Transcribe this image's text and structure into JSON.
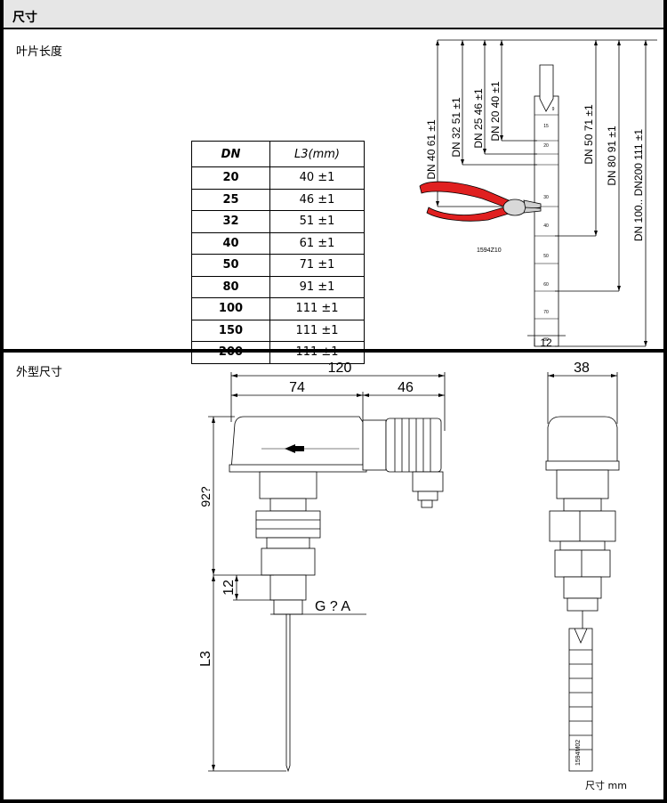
{
  "header": {
    "title": "尺寸"
  },
  "blade_section": {
    "label": "叶片长度",
    "table": {
      "col_dn": "DN",
      "col_l3": "L3(mm)",
      "rows": [
        {
          "dn": "20",
          "l3": "40 ±1"
        },
        {
          "dn": "25",
          "l3": "46 ±1"
        },
        {
          "dn": "32",
          "l3": "51 ±1"
        },
        {
          "dn": "40",
          "l3": "61 ±1"
        },
        {
          "dn": "50",
          "l3": "71 ±1"
        },
        {
          "dn": "80",
          "l3": "91 ±1"
        },
        {
          "dn": "100",
          "l3": "111 ±1"
        },
        {
          "dn": "150",
          "l3": "111 ±1"
        },
        {
          "dn": "200",
          "l3": "111 ±1"
        }
      ]
    },
    "dims": {
      "dn40": "DN 40  61 ±1",
      "dn32": "DN 32  51 ±1",
      "dn25": "DN 25  46 ±1",
      "dn20": "DN 20  40 ±1",
      "dn50": "DN 50  71 ±1",
      "dn80": "DN 80  91 ±1",
      "dn100": "DN 100.. DN200     111 ±1",
      "width": "12"
    },
    "scale_marks": [
      "9",
      "15",
      "20",
      "30",
      "40",
      "50",
      "60",
      "70",
      "80"
    ],
    "code": "1594Z10"
  },
  "outline_section": {
    "label": "外型尺寸",
    "dims": {
      "total_width": "120",
      "w74": "74",
      "w46": "46",
      "h92": "92?",
      "h12": "12",
      "thread": "G ? A",
      "l3": "L3",
      "side_width": "38"
    },
    "code": "1594M02",
    "unit_note": "尺寸 mm"
  }
}
